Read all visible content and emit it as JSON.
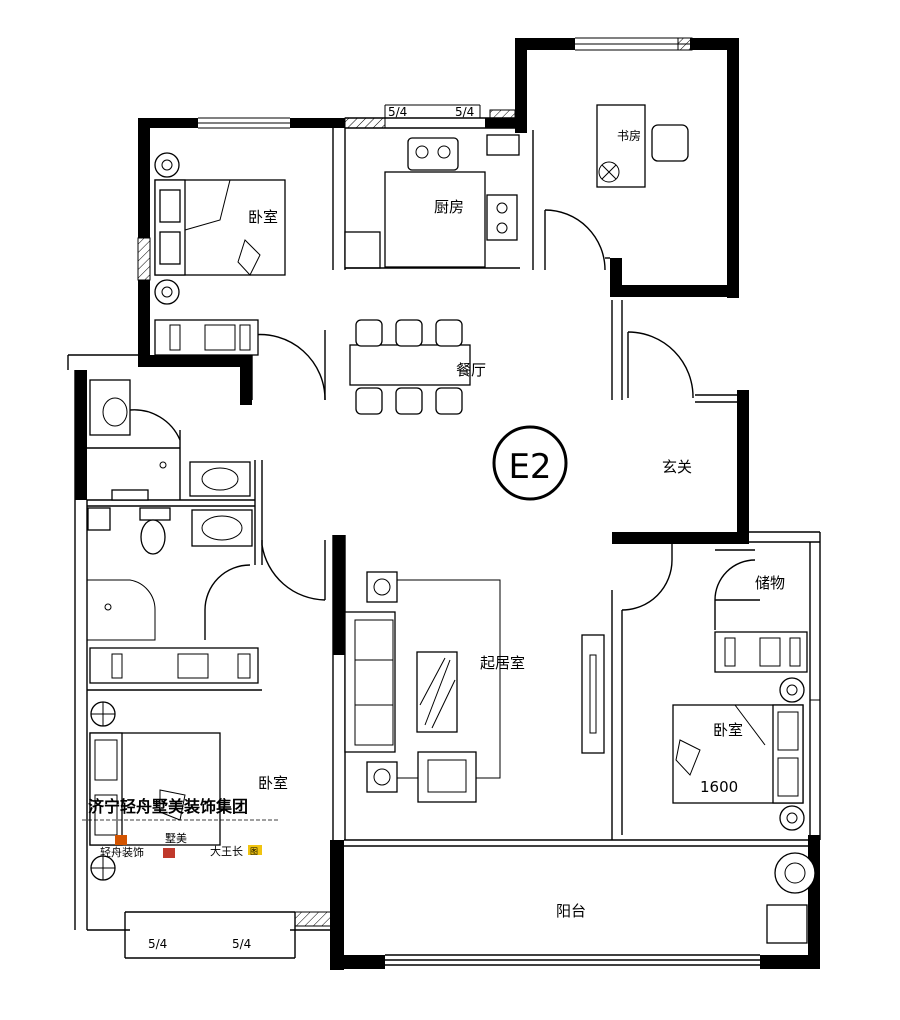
{
  "plan": {
    "unit_label": "E2",
    "rooms": {
      "bedroom_nw": "卧室",
      "kitchen": "厨房",
      "study": "书房",
      "dining": "餐厅",
      "foyer": "玄关",
      "storage": "储物",
      "living": "起居室",
      "bedroom_se": "卧室",
      "bedroom_sw": "卧室",
      "balcony": "阳台"
    },
    "bed_size_label": "1600",
    "window_marks": {
      "top_a": "5/4",
      "top_b": "5/4",
      "bottom_a": "5/4",
      "bottom_b": "5/4"
    }
  },
  "watermark": {
    "company": "济宁轻舟墅美装饰集团",
    "brand_a": "轻舟装饰",
    "brand_b": "墅美",
    "brand_c": "大王长",
    "badge": "图"
  }
}
